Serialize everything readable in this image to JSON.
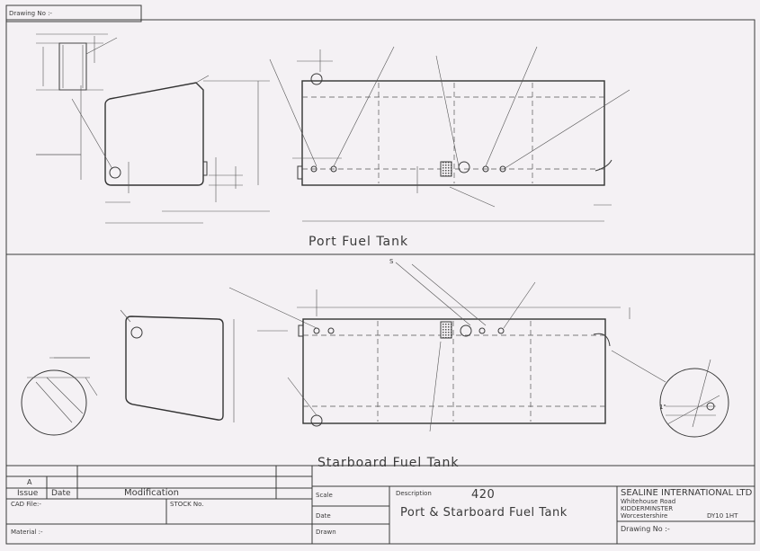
{
  "header": {
    "drawing_no_label": "Drawing No :-"
  },
  "views": {
    "port_title": "Port Fuel Tank",
    "starboard_title": "Starboard Fuel Tank",
    "note_s": "S"
  },
  "title_block": {
    "issue_value": "A",
    "issue_label": "Issue",
    "date_label": "Date",
    "modification_label": "Modification",
    "cad_file_label": "CAD File:-",
    "stock_no_label": "STOCK No.",
    "material_label": "Material :-",
    "scale_label": "Scale",
    "date2_label": "Date",
    "drawn_label": "Drawn",
    "description_label": "Description",
    "description_number": "420",
    "description_text": "Port & Starboard Fuel Tank",
    "company_name": "SEALINE INTERNATIONAL LTD",
    "address_1": "Whitehouse Road",
    "address_2": "KIDDERMINSTER",
    "address_3": "Worcestershire",
    "postcode": "DY10 1HT",
    "drawing_no_label": "Drawing No :-"
  },
  "detail_labels": {
    "one_inch": "1\""
  }
}
